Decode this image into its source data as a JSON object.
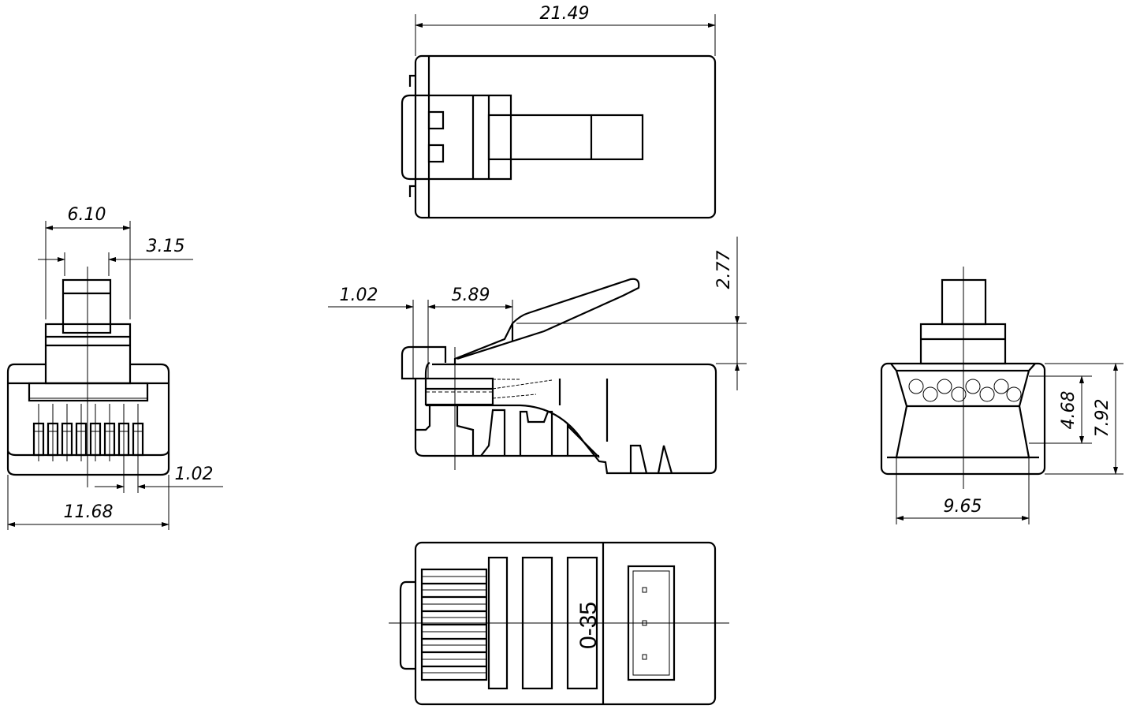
{
  "drawing": {
    "title": "RJ45 modular plug drawing",
    "stroke_color": "#000000",
    "background_color": "#ffffff"
  },
  "top_view": {
    "dim_length": "21.49"
  },
  "front_view": {
    "dim_latch_base_width": "6.10",
    "dim_latch_width": "3.15",
    "dim_contact_pitch": "1.02",
    "dim_overall_width": "11.68"
  },
  "side_view": {
    "dim_front_offset": "1.02",
    "dim_contact_depth": "5.89",
    "dim_latch_height": "2.77"
  },
  "rear_view": {
    "dim_opening_height": "4.68",
    "dim_overall_height": "7.92",
    "dim_opening_width": "9.65"
  },
  "bottom_view": {
    "part_marking": "0-35"
  }
}
